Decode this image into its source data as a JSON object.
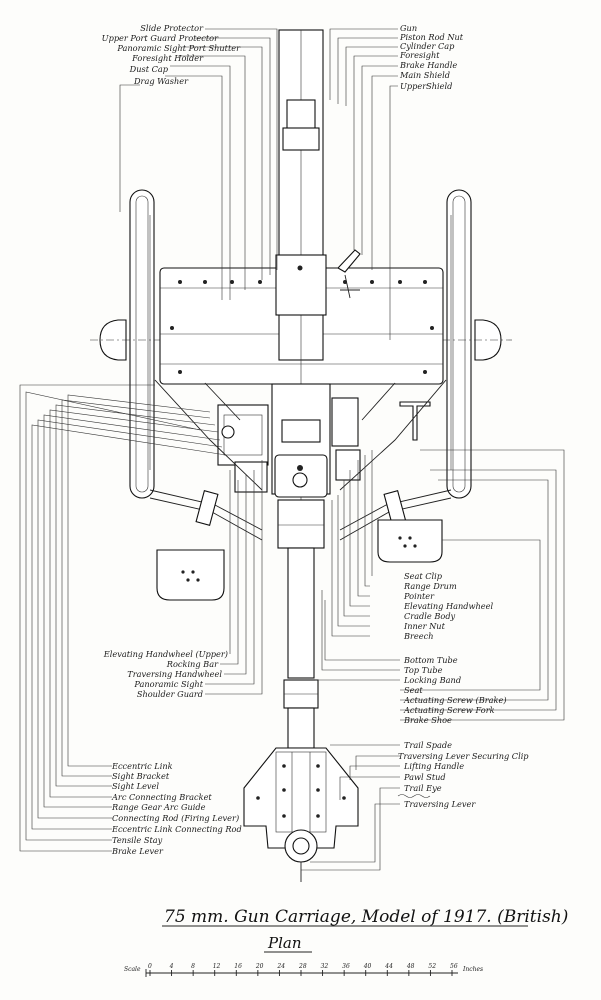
{
  "labels_top_left": [
    "Slide Protector",
    "Upper Port Guard Protector",
    "Panoramic Sight Port Shutter",
    "Foresight Holder",
    "Dust Cap",
    "Drag Washer"
  ],
  "labels_top_right": [
    "Gun",
    "Piston Rod Nut",
    "Cylinder Cap",
    "Foresight",
    "Brake Handle",
    "Main Shield",
    "UpperShield"
  ],
  "labels_mid_right": [
    "Seat Clip",
    "Range Drum",
    "Pointer",
    "Elevating Handwheel",
    "Cradle Body",
    "Inner Nut",
    "Breech"
  ],
  "labels_lower_right": [
    "Bottom Tube",
    "Top Tube",
    "Locking Band",
    "Seat",
    "Actuating Screw (Brake)",
    "Actuating Screw Fork",
    "Brake Shoe"
  ],
  "labels_mid_left": [
    "Elevating Handwheel (Upper)",
    "Rocking Bar",
    "Traversing Handwheel",
    "Panoramic Sight",
    "Shoulder Guard"
  ],
  "labels_bottom_left": [
    "Eccentric Link",
    "Sight Bracket",
    "Sight Level",
    "Arc Connecting Bracket",
    "Range Gear Arc Guide",
    "Connecting Rod (Firing Lever)",
    "Eccentric Link Connecting Rod",
    "Tensile Stay",
    "Brake Lever"
  ],
  "labels_bottom_right": [
    "Trail Spade",
    "Traversing Lever Securing Clip",
    "Lifting Handle",
    "Pawl Stud",
    "Trail Eye",
    "Traversing Lever"
  ],
  "title": "75 mm.  Gun Carriage, Model of 1917. (British)",
  "subtitle": "Plan",
  "scale": {
    "label": "Scale",
    "unit": "Inches",
    "ticks": [
      "0",
      "4",
      "8",
      "12",
      "16",
      "20",
      "24",
      "28",
      "32",
      "36",
      "40",
      "44",
      "48",
      "52",
      "56"
    ]
  }
}
